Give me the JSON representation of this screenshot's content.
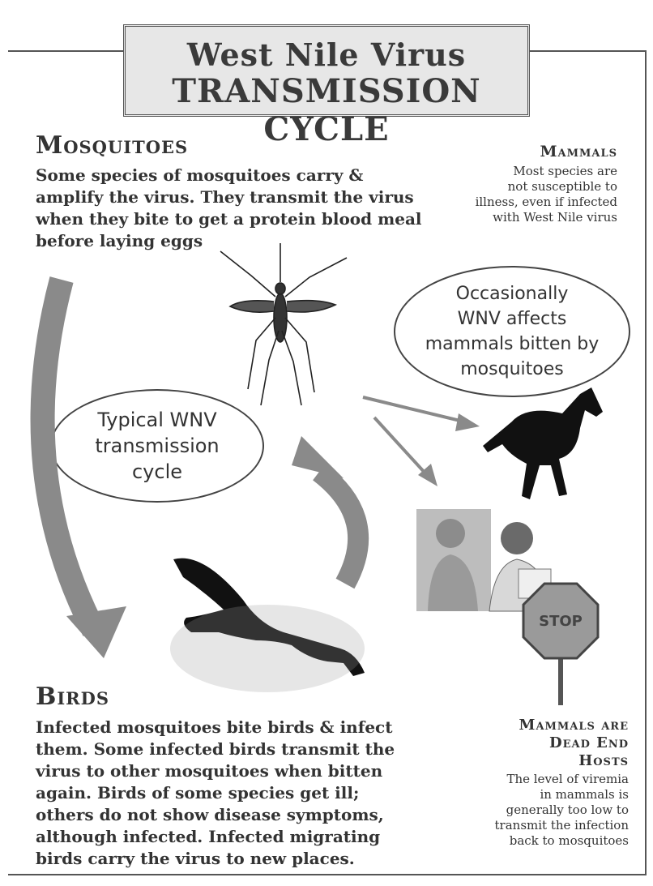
{
  "title": {
    "line1": "West Nile Virus",
    "line2": "TRANSMISSION CYCLE"
  },
  "mosquitoes": {
    "heading": "Mosquitoes",
    "text": "Some species of mosquitoes carry &\namplify the virus. They transmit the virus\nwhen they bite to get a protein blood meal\nbefore laying eggs"
  },
  "mammals": {
    "heading": "Mammals",
    "text": "Most species are\nnot susceptible to\nillness, even if infected\nwith West Nile virus"
  },
  "oval_occasionally": "Occasionally\nWNV affects\nmammals bitten by\nmosquitoes",
  "oval_typical": "Typical WNV\ntransmission\ncycle",
  "birds": {
    "heading": "Birds",
    "text": "Infected mosquitoes bite birds & infect\nthem. Some infected birds transmit the\nvirus to other mosquitoes when bitten\nagain. Birds of some species get ill;\nothers do not show disease symptoms,\nalthough infected. Infected migrating\nbirds carry the virus to new places."
  },
  "dead_end": {
    "heading": "Mammals are\nDead End\nHosts",
    "text": "The level of viremia\nin mammals is\ngenerally too low to\ntransmit the infection\nback to mosquitoes"
  },
  "stop_sign": "STOP",
  "colors": {
    "arrow": "#8a8a8a",
    "silhouette": "#111111",
    "title_bg": "#e7e7e7"
  }
}
